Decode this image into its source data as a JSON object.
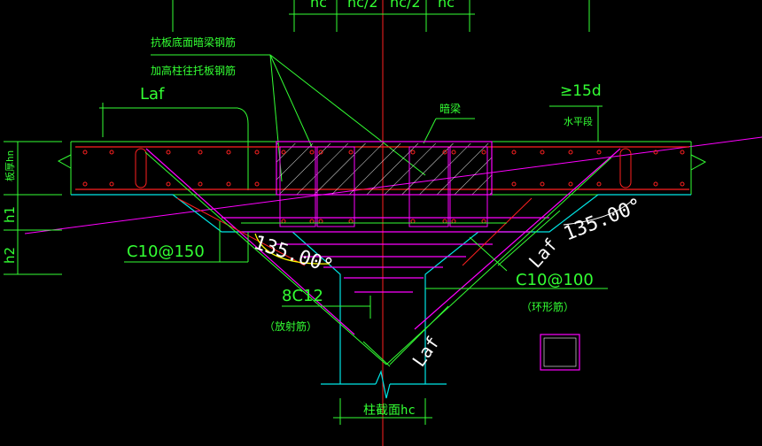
{
  "colors": {
    "background": "#000000",
    "green": "#33ff33",
    "cyan": "#00e5e5",
    "magenta": "#ff00ff",
    "red": "#ff2020",
    "yellow": "#ffff00",
    "white": "#ffffff"
  },
  "labels": {
    "top_dims": [
      "hc",
      "hc/2",
      "hc/2",
      "hc"
    ],
    "note_support_rebar": "抗板底面暗梁钢筋",
    "note_widened_rebar": "加高柱往托板钢筋",
    "laf_top_left": "Laf",
    "hidden_beam": "暗梁",
    "anchor_15d": "≥15d",
    "horizontal_segment": "水平段",
    "slab_thickness": "板厚hn",
    "dim_h1": "h1",
    "dim_h2": "h2",
    "stirrup_c10_150": "C10@150",
    "angle_left": "135.00°",
    "angle_right": "135.00°",
    "rebar_8c12": "8C12",
    "radial_rebar_note": "（放射筋）",
    "laf_right": "Laf",
    "stirrup_c10_100": "C10@100",
    "ring_rebar_note": "（环形筋）",
    "laf_bottom": "Laf",
    "column_section": "柱截面hc"
  }
}
